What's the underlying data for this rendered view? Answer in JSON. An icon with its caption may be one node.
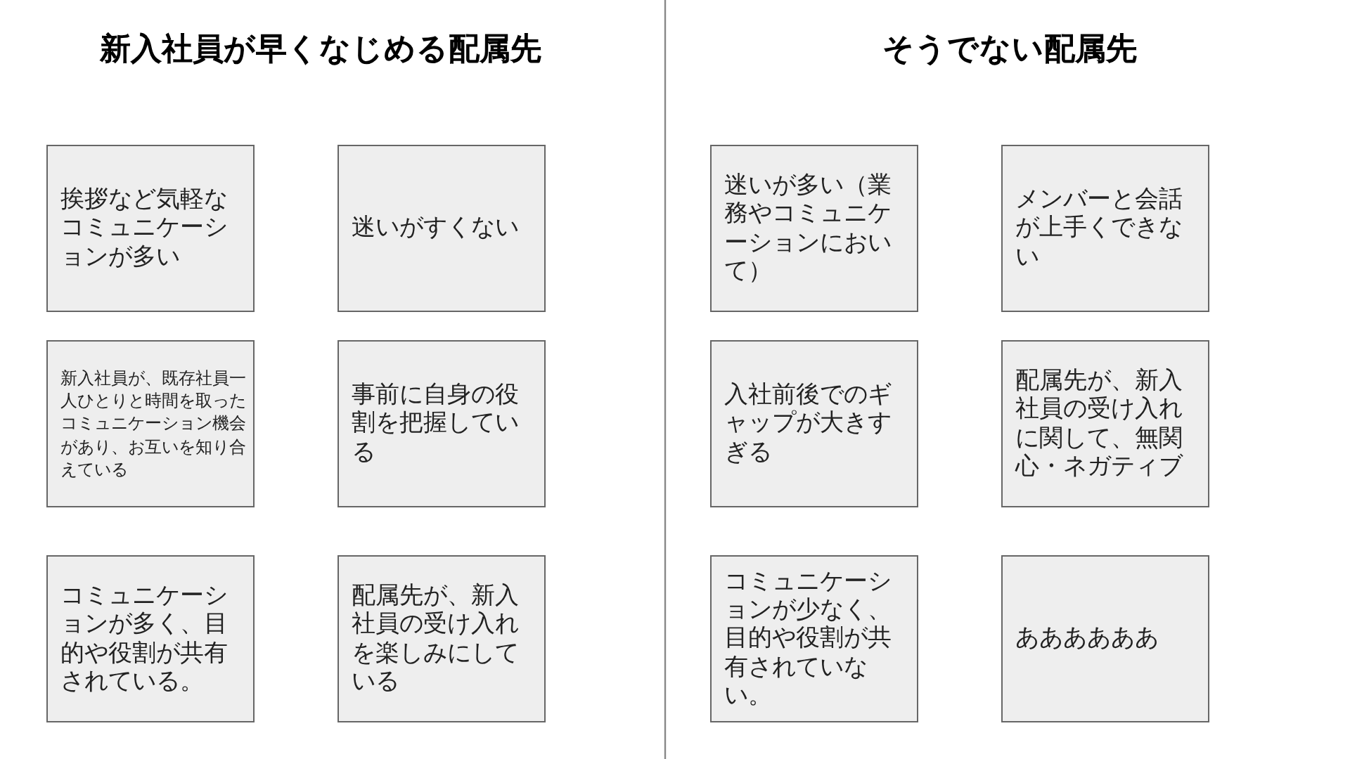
{
  "diagram": {
    "nodes": [
      {
        "text": [
          "挨拶など気軽なコミュニケーションが多い"
        ]
      },
      {
        "text": [
          "迷いがすくない"
        ]
      },
      {
        "text": [
          "新入社員が、既存社員一人ひとりと時間を取ったコミュニケーション機会があり、お互いを知り合えている"
        ]
      },
      {
        "text": [
          "事前に自身の役割を把握している"
        ]
      },
      {
        "text": [
          "コミュニケーションが多く、目的や役割が共有されている。"
        ]
      },
      {
        "text": [
          "配属先が、新入社員の受け入れを楽しみにしている"
        ]
      },
      {
        "text": [
          "迷いが多い（業務やコミュニケーションにおいて）"
        ]
      },
      {
        "text": [
          "メンバーと会話が上手くできない"
        ]
      },
      {
        "text": [
          "入社前後でのギャップが大きすぎる"
        ]
      },
      {
        "text": [
          "配属先が、新入社員の受け入れに関して、無関心・ネガティブ"
        ]
      },
      {
        "text": [
          "コミュニケーションが少なく、目的や役割が共有されていない。"
        ]
      },
      {
        "text": [
          "ああああああ"
        ]
      }
    ],
    "labels": [
      "新入社員が早くなじめる配属先",
      "そうでない配属先"
    ]
  }
}
